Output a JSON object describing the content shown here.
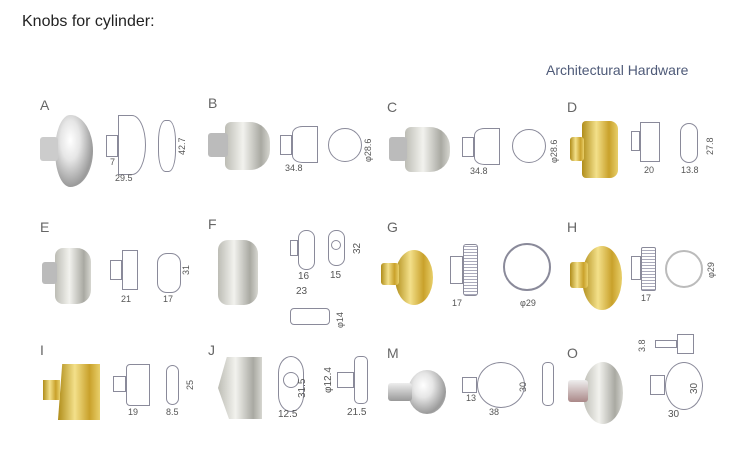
{
  "header": {
    "title": "Knobs for cylinder:",
    "brand": "Architectural Hardware"
  },
  "items": [
    {
      "label": "A",
      "finish": "chrome",
      "dims": [
        "7",
        "29.5",
        "42.7"
      ]
    },
    {
      "label": "B",
      "finish": "satin",
      "dims": [
        "34.8",
        "φ28.6"
      ]
    },
    {
      "label": "C",
      "finish": "satin",
      "dims": [
        "34.8",
        "φ28.6"
      ]
    },
    {
      "label": "D",
      "finish": "brass",
      "dims": [
        "20",
        "13.8",
        "27.8"
      ]
    },
    {
      "label": "E",
      "finish": "satin",
      "dims": [
        "21",
        "17",
        "31"
      ]
    },
    {
      "label": "F",
      "finish": "satin",
      "dims": [
        "16",
        "15",
        "23",
        "32",
        "φ14"
      ]
    },
    {
      "label": "G",
      "finish": "brass",
      "dims": [
        "17",
        "φ29"
      ]
    },
    {
      "label": "H",
      "finish": "brass",
      "dims": [
        "17",
        "φ29"
      ]
    },
    {
      "label": "I",
      "finish": "brass",
      "dims": [
        "19",
        "8.5",
        "25"
      ]
    },
    {
      "label": "J",
      "finish": "satin",
      "dims": [
        "31.5",
        "12.5",
        "φ12.4",
        "21.5"
      ]
    },
    {
      "label": "M",
      "finish": "chrome",
      "dims": [
        "13",
        "38",
        "30"
      ]
    },
    {
      "label": "O",
      "finish": "satin",
      "dims": [
        "3.8",
        "30",
        "30"
      ]
    }
  ]
}
